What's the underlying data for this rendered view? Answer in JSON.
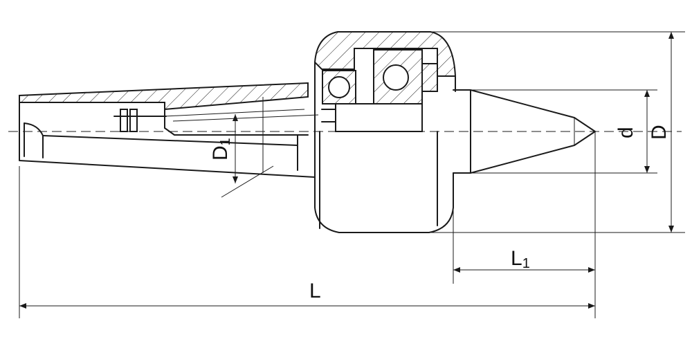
{
  "labels": {
    "overall_length": "L",
    "point_length": "L",
    "point_length_sub": "1",
    "shank_diameter": "D",
    "shank_diameter_sub": "1",
    "point_diameter": "d",
    "body_diameter": "D"
  },
  "colors": {
    "line": "#1a1a1a",
    "background": "#ffffff"
  }
}
